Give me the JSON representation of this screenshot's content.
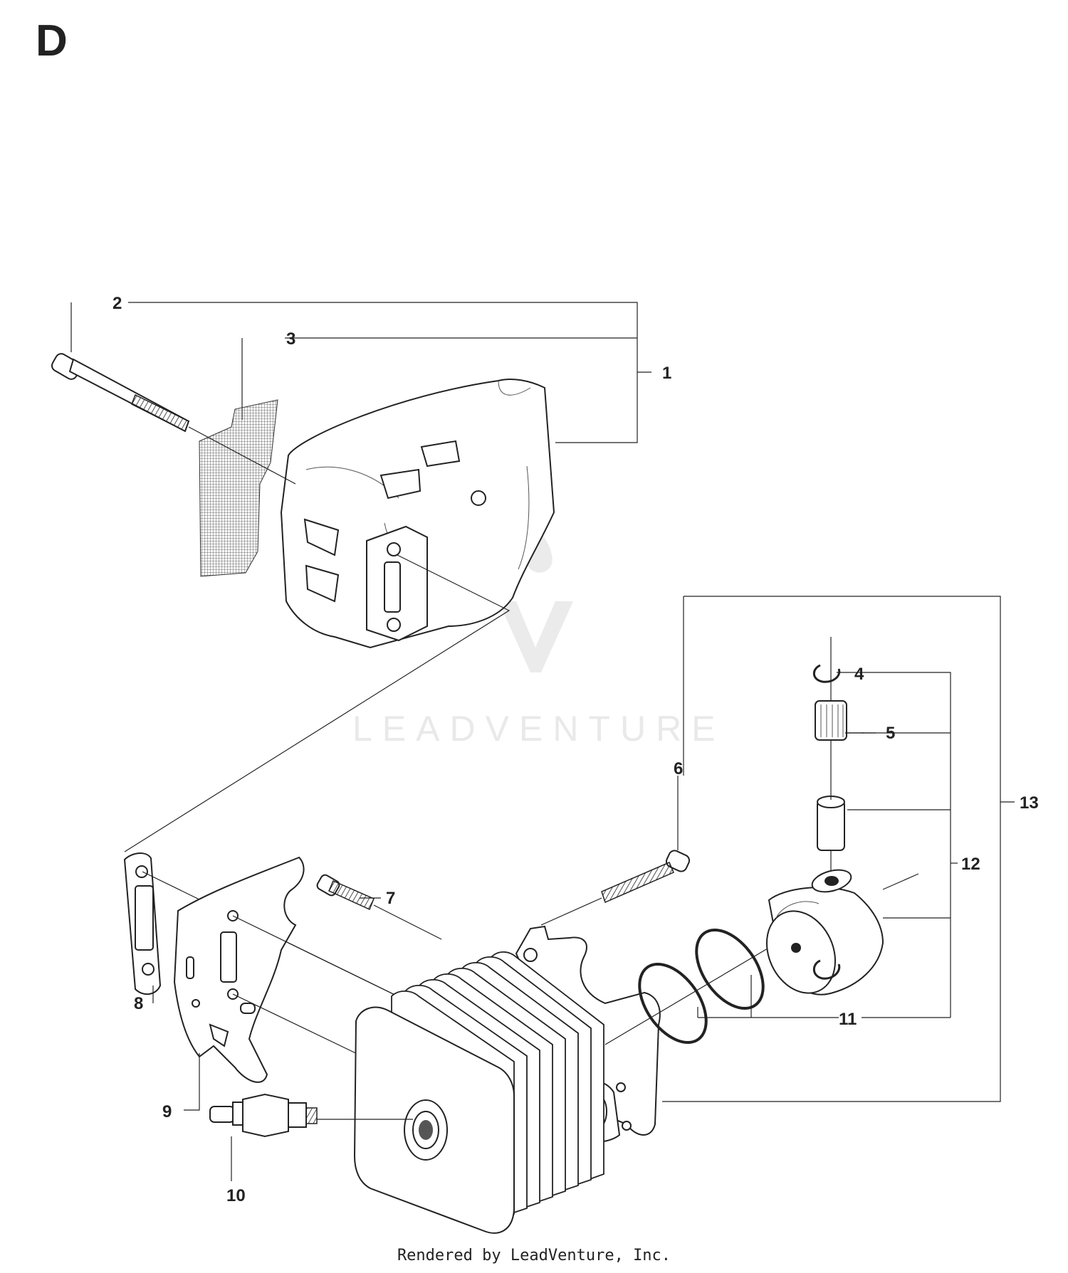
{
  "section_letter": "D",
  "watermark_text": "LEADVENTURE",
  "footer_text": "Rendered by LeadVenture, Inc.",
  "callouts": [
    "1",
    "2",
    "3",
    "4",
    "5",
    "6",
    "7",
    "8",
    "9",
    "10",
    "11",
    "12",
    "13"
  ]
}
